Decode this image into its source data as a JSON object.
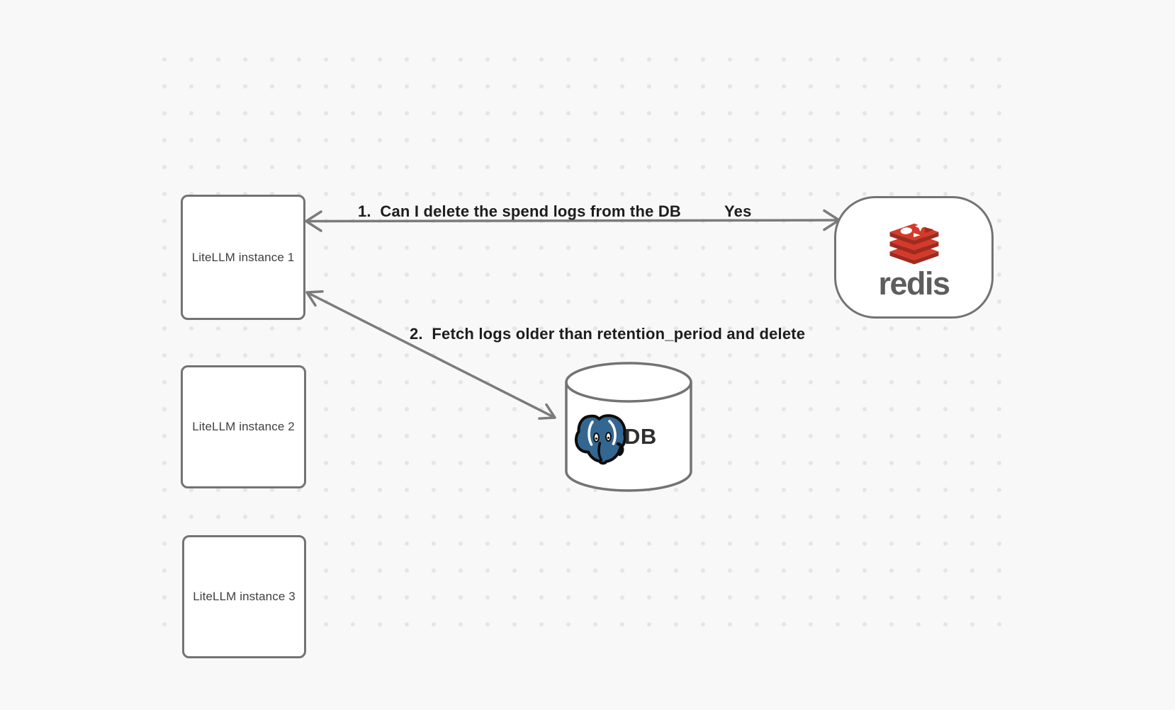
{
  "diagram": {
    "nodes": {
      "instance1": "LiteLLM instance 1",
      "instance2": "LiteLLM instance 2",
      "instance3": "LiteLLM instance 3",
      "redis_wordmark": "redis",
      "db": "DB"
    },
    "edges": {
      "edge1_label": "1.  Can I delete the spend logs from the DB",
      "edge1_response": "Yes",
      "edge2_label": "2.  Fetch logs older than retention_period and delete"
    },
    "icons": {
      "redis_icon": "redis-cube-stack-icon",
      "postgres_icon": "postgres-elephant-icon",
      "db_shape": "database-cylinder-shape"
    },
    "colors": {
      "background": "#f8f8f8",
      "grid_dot": "#e5e5e7",
      "node_border": "#737373",
      "arrow": "#7b7b7b",
      "label_text": "#1d1d1f",
      "node_text": "#3f3f3f",
      "redis_red": "#d43a2b",
      "redis_dark_red": "#9e2b1f",
      "redis_wordmark": "#5d5d5d",
      "postgres_blue": "#336791"
    }
  }
}
